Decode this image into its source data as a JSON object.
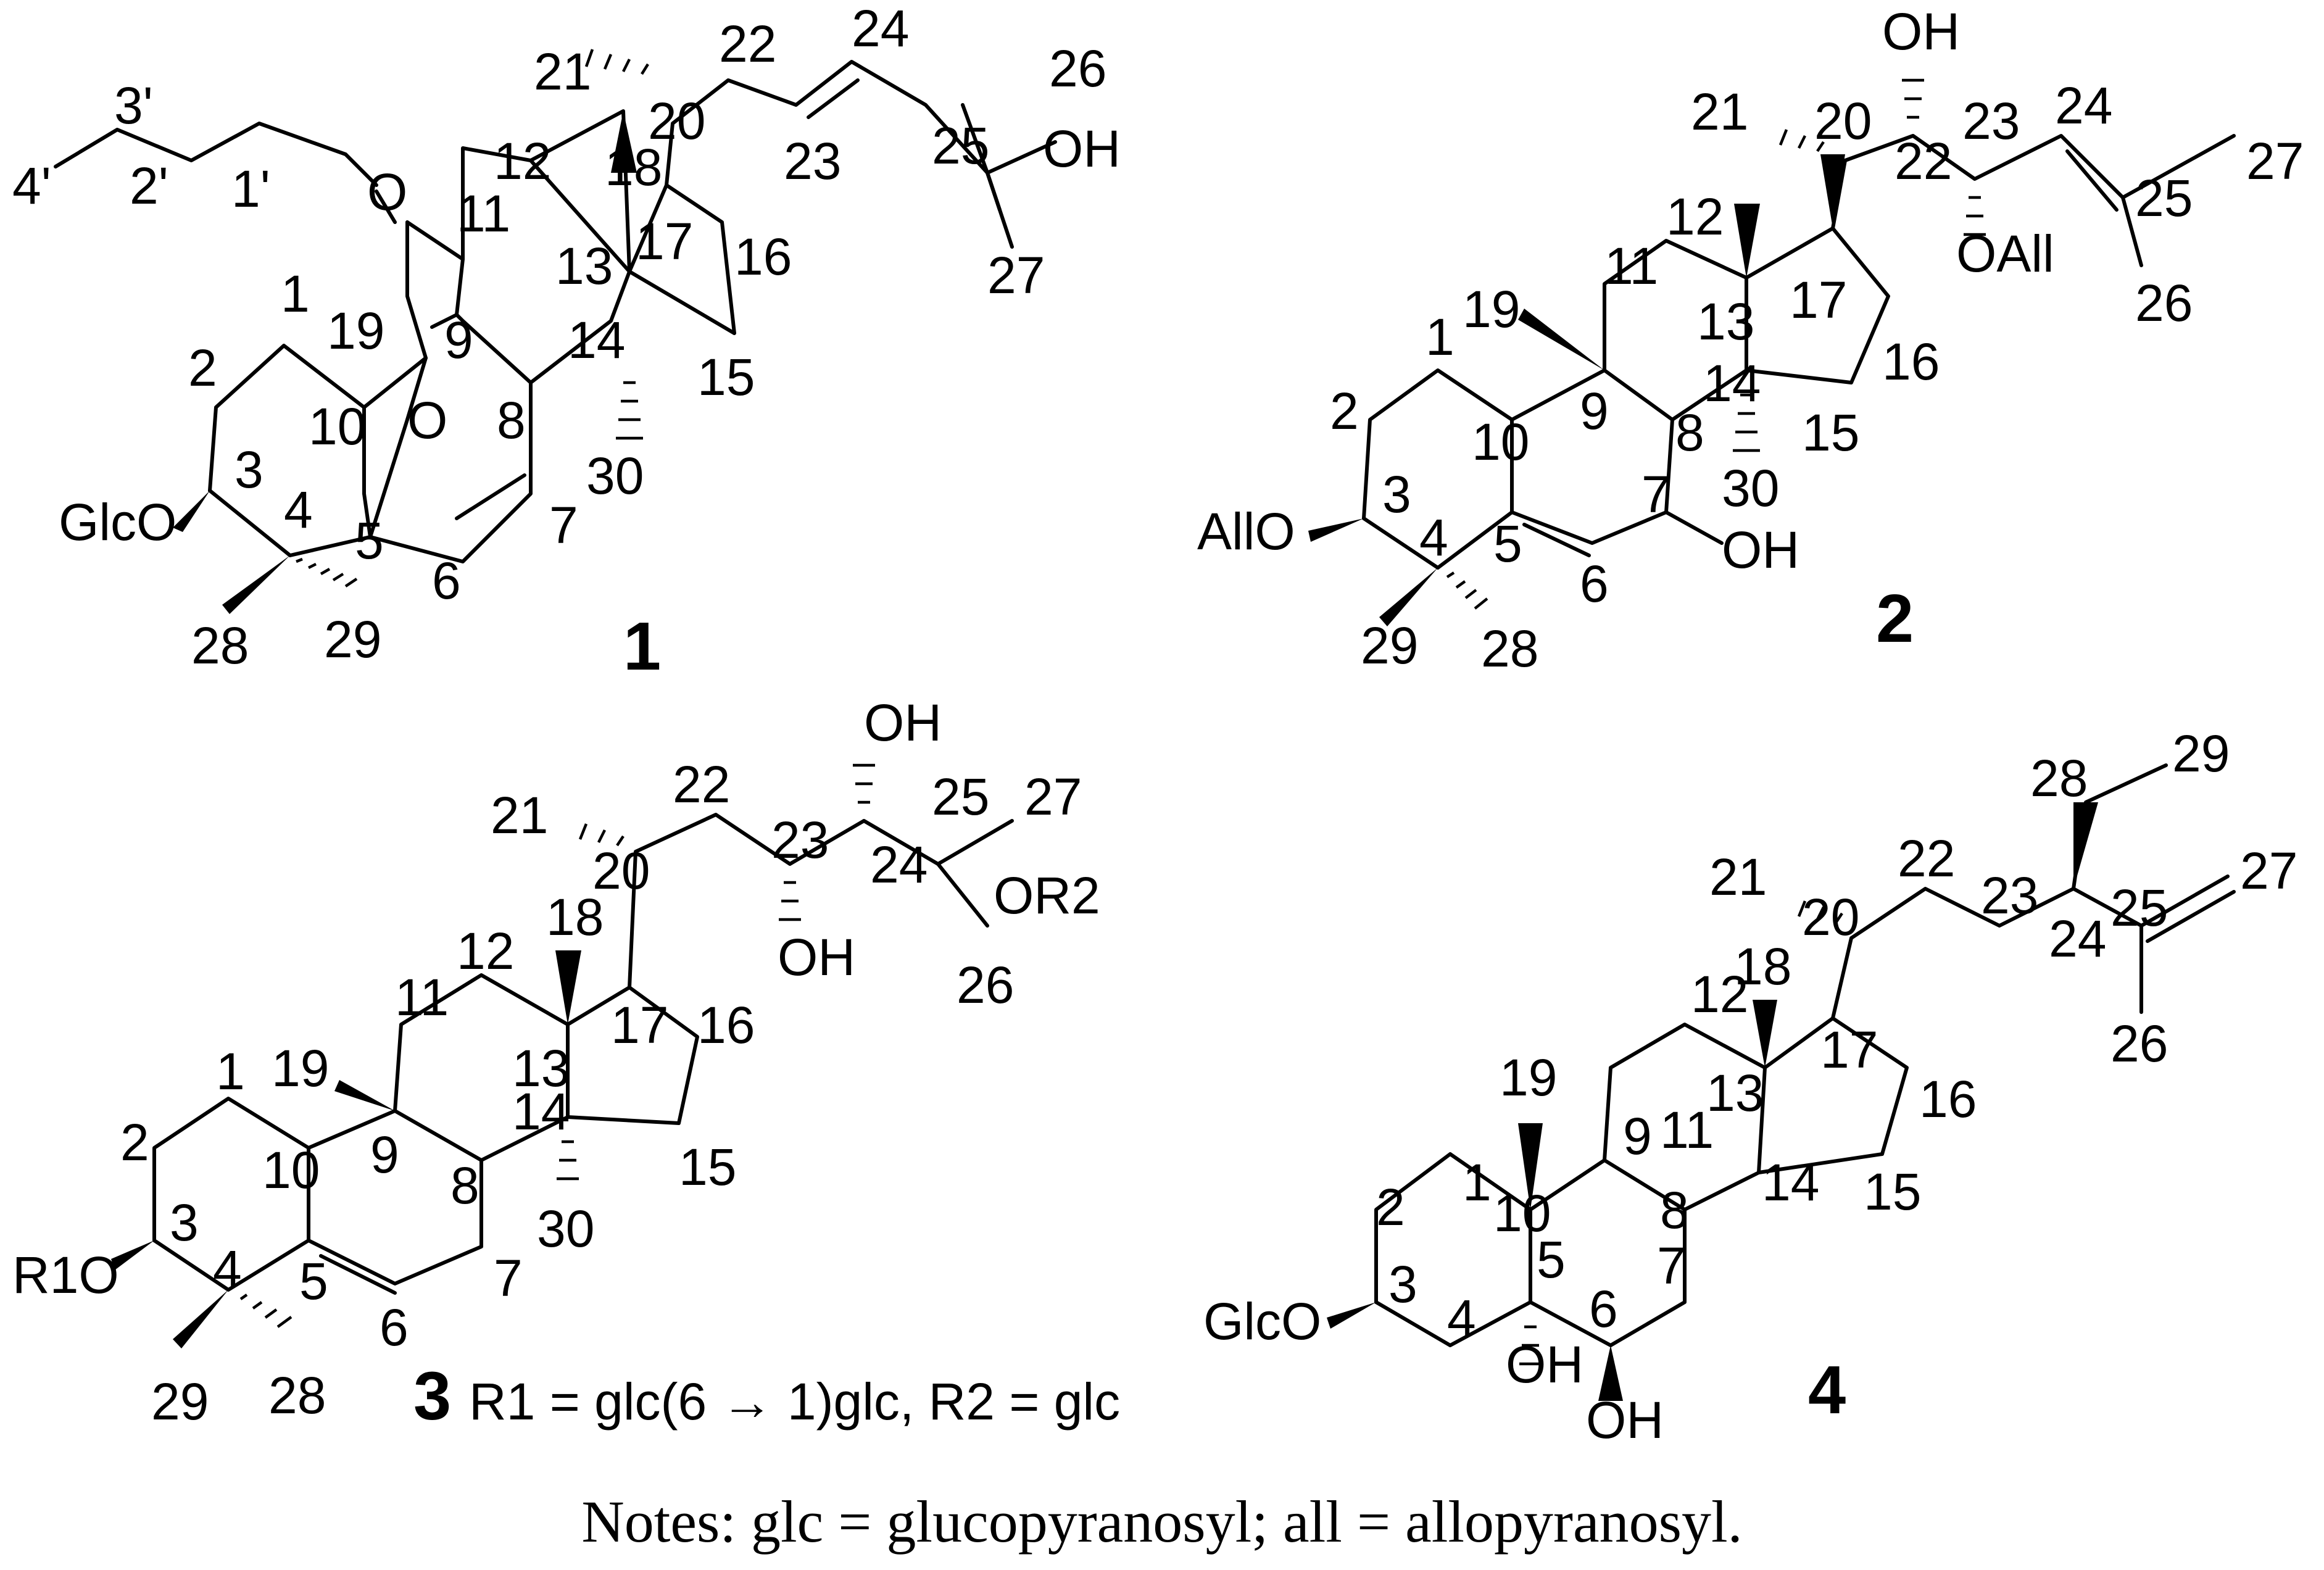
{
  "compounds": [
    {
      "id": "1",
      "labels": [
        "1",
        "2",
        "3",
        "4",
        "5",
        "6",
        "7",
        "8",
        "9",
        "10",
        "11",
        "12",
        "13",
        "14",
        "15",
        "16",
        "17",
        "18",
        "19",
        "20",
        "21",
        "22",
        "23",
        "24",
        "25",
        "26",
        "27",
        "28",
        "29",
        "30",
        "1'",
        "2'",
        "3'",
        "4'"
      ],
      "groups": [
        "GlcO",
        "O",
        "O",
        "OH"
      ]
    },
    {
      "id": "2",
      "labels": [
        "1",
        "2",
        "3",
        "4",
        "5",
        "6",
        "7",
        "8",
        "9",
        "10",
        "11",
        "12",
        "13",
        "14",
        "15",
        "16",
        "17",
        "19",
        "20",
        "21",
        "22",
        "23",
        "24",
        "25",
        "26",
        "27",
        "28",
        "29",
        "30"
      ],
      "groups": [
        "AllO",
        "OH",
        "OH",
        "OAll"
      ]
    },
    {
      "id": "3",
      "labels": [
        "1",
        "2",
        "3",
        "4",
        "5",
        "6",
        "7",
        "8",
        "9",
        "10",
        "11",
        "12",
        "13",
        "14",
        "15",
        "16",
        "17",
        "18",
        "19",
        "20",
        "21",
        "22",
        "23",
        "24",
        "25",
        "26",
        "27",
        "28",
        "29",
        "30"
      ],
      "groups": [
        "R1O",
        "OH",
        "OH",
        "OR2"
      ],
      "formula": "R1 = glc(6 → 1)glc, R2 = glc"
    },
    {
      "id": "4",
      "labels": [
        "1",
        "2",
        "3",
        "4",
        "5",
        "6",
        "7",
        "8",
        "9",
        "10",
        "11",
        "12",
        "13",
        "14",
        "15",
        "16",
        "17",
        "18",
        "19",
        "20",
        "21",
        "22",
        "23",
        "24",
        "25",
        "26",
        "27",
        "28",
        "29"
      ],
      "groups": [
        "GlcO",
        "OH",
        "OH"
      ]
    }
  ],
  "notes": "Notes: glc = glucopyranosyl; all = allopyranosyl."
}
